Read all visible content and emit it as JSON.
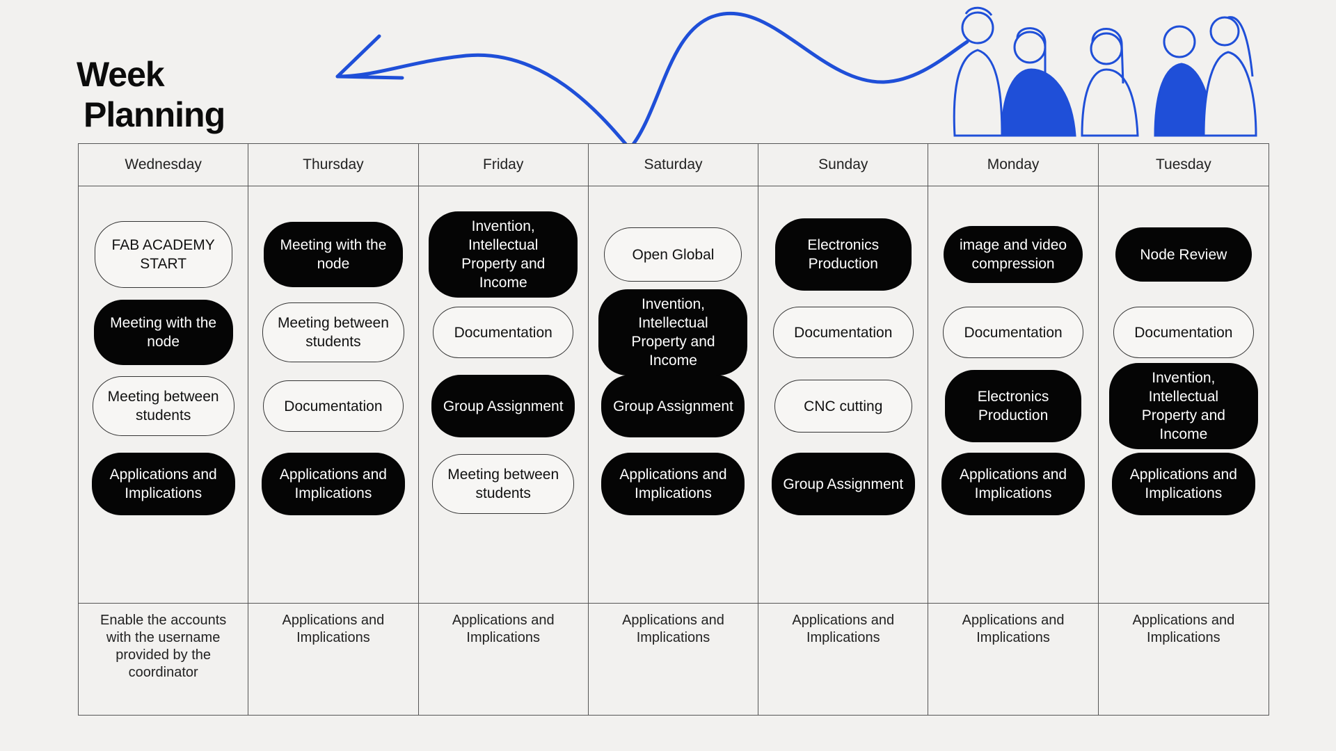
{
  "title": {
    "line1": "Week",
    "line2": "Planning"
  },
  "days": [
    {
      "name": "Wednesday",
      "items": [
        {
          "label": "FAB ACADEMY START",
          "style": "light"
        },
        {
          "label": "Meeting with the node",
          "style": "dark"
        },
        {
          "label": "Meeting between students",
          "style": "light"
        },
        {
          "label": "Applications and Implications",
          "style": "dark"
        }
      ],
      "note": "Enable the accounts with the username provided by the coordinator"
    },
    {
      "name": "Thursday",
      "items": [
        {
          "label": "Meeting with the node",
          "style": "dark"
        },
        {
          "label": "Meeting between students",
          "style": "light"
        },
        {
          "label": "Documentation",
          "style": "light"
        },
        {
          "label": "Applications and Implications",
          "style": "dark"
        }
      ],
      "note": "Applications and Implications"
    },
    {
      "name": "Friday",
      "items": [
        {
          "label": "Invention, Intellectual Property and Income",
          "style": "dark"
        },
        {
          "label": "Documentation",
          "style": "light"
        },
        {
          "label": "Group Assignment",
          "style": "dark"
        },
        {
          "label": "Meeting between students",
          "style": "light"
        }
      ],
      "note": "Applications and Implications"
    },
    {
      "name": "Saturday",
      "items": [
        {
          "label": "Open Global",
          "style": "light"
        },
        {
          "label": "Invention, Intellectual Property and Income",
          "style": "dark"
        },
        {
          "label": "Group Assignment",
          "style": "dark"
        },
        {
          "label": "Applications and Implications",
          "style": "dark"
        }
      ],
      "note": "Applications and Implications"
    },
    {
      "name": "Sunday",
      "items": [
        {
          "label": "Electronics Production",
          "style": "dark"
        },
        {
          "label": "Documentation",
          "style": "light"
        },
        {
          "label": "CNC cutting",
          "style": "light"
        },
        {
          "label": "Group Assignment",
          "style": "dark"
        }
      ],
      "note": "Applications and Implications"
    },
    {
      "name": "Monday",
      "items": [
        {
          "label": "image and video compression",
          "style": "dark"
        },
        {
          "label": "Documentation",
          "style": "light"
        },
        {
          "label": "Electronics Production",
          "style": "dark"
        },
        {
          "label": "Applications and Implications",
          "style": "dark"
        }
      ],
      "note": "Applications and Implications"
    },
    {
      "name": "Tuesday",
      "items": [
        {
          "label": "Node Review",
          "style": "dark"
        },
        {
          "label": "Documentation",
          "style": "light"
        },
        {
          "label": "Invention, Intellectual Property and Income",
          "style": "dark"
        },
        {
          "label": "Applications and Implications",
          "style": "dark"
        }
      ],
      "note": "Applications and Implications"
    }
  ],
  "decoration": {
    "arrow_color": "#1f4fd8",
    "people_color": "#1f4fd8",
    "icon": "people-group-illustration"
  }
}
